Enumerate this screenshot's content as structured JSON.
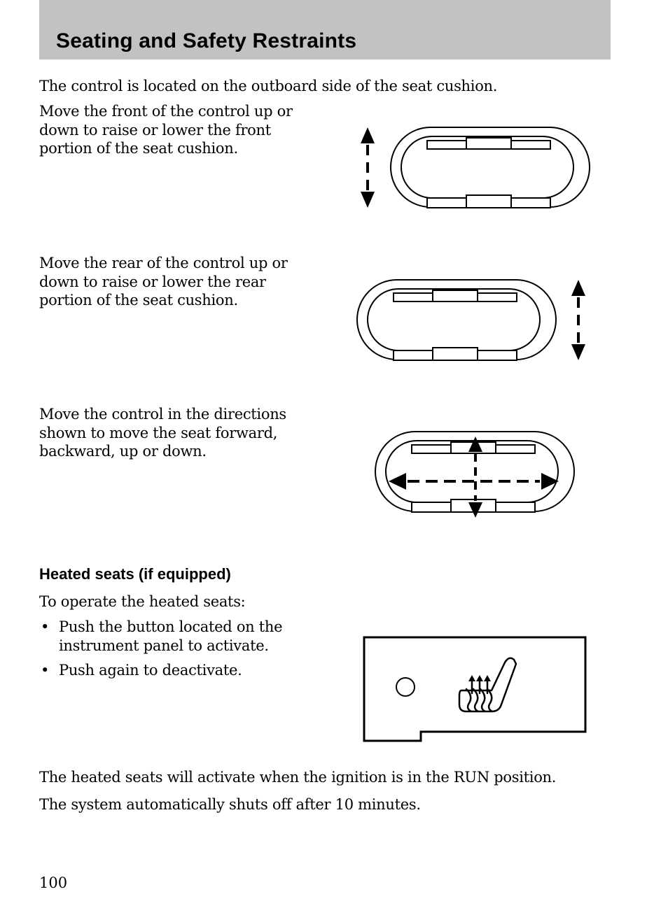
{
  "header": {
    "title": "Seating and Safety Restraints"
  },
  "intro": "The control is located on the outboard side of the seat cushion.",
  "instructions": [
    {
      "text": "Move the front of the control up or down to raise or lower the front portion of the seat cushion."
    },
    {
      "text": "Move the rear of the control up or down to raise or lower the rear portion of the seat cushion."
    },
    {
      "text": "Move the control in the directions shown to move the seat forward, backward, up or down."
    }
  ],
  "heated_seats": {
    "heading": "Heated seats (if equipped)",
    "lead": "To operate the heated seats:",
    "bullet_char": "•",
    "bullets": [
      "Push the button located on the instrument panel to activate.",
      "Push again to deactivate."
    ]
  },
  "closing": [
    "The heated seats will activate when the ignition is in the RUN position.",
    "The system automatically shuts off after 10 minutes."
  ],
  "footer": {
    "page_number": "100"
  }
}
